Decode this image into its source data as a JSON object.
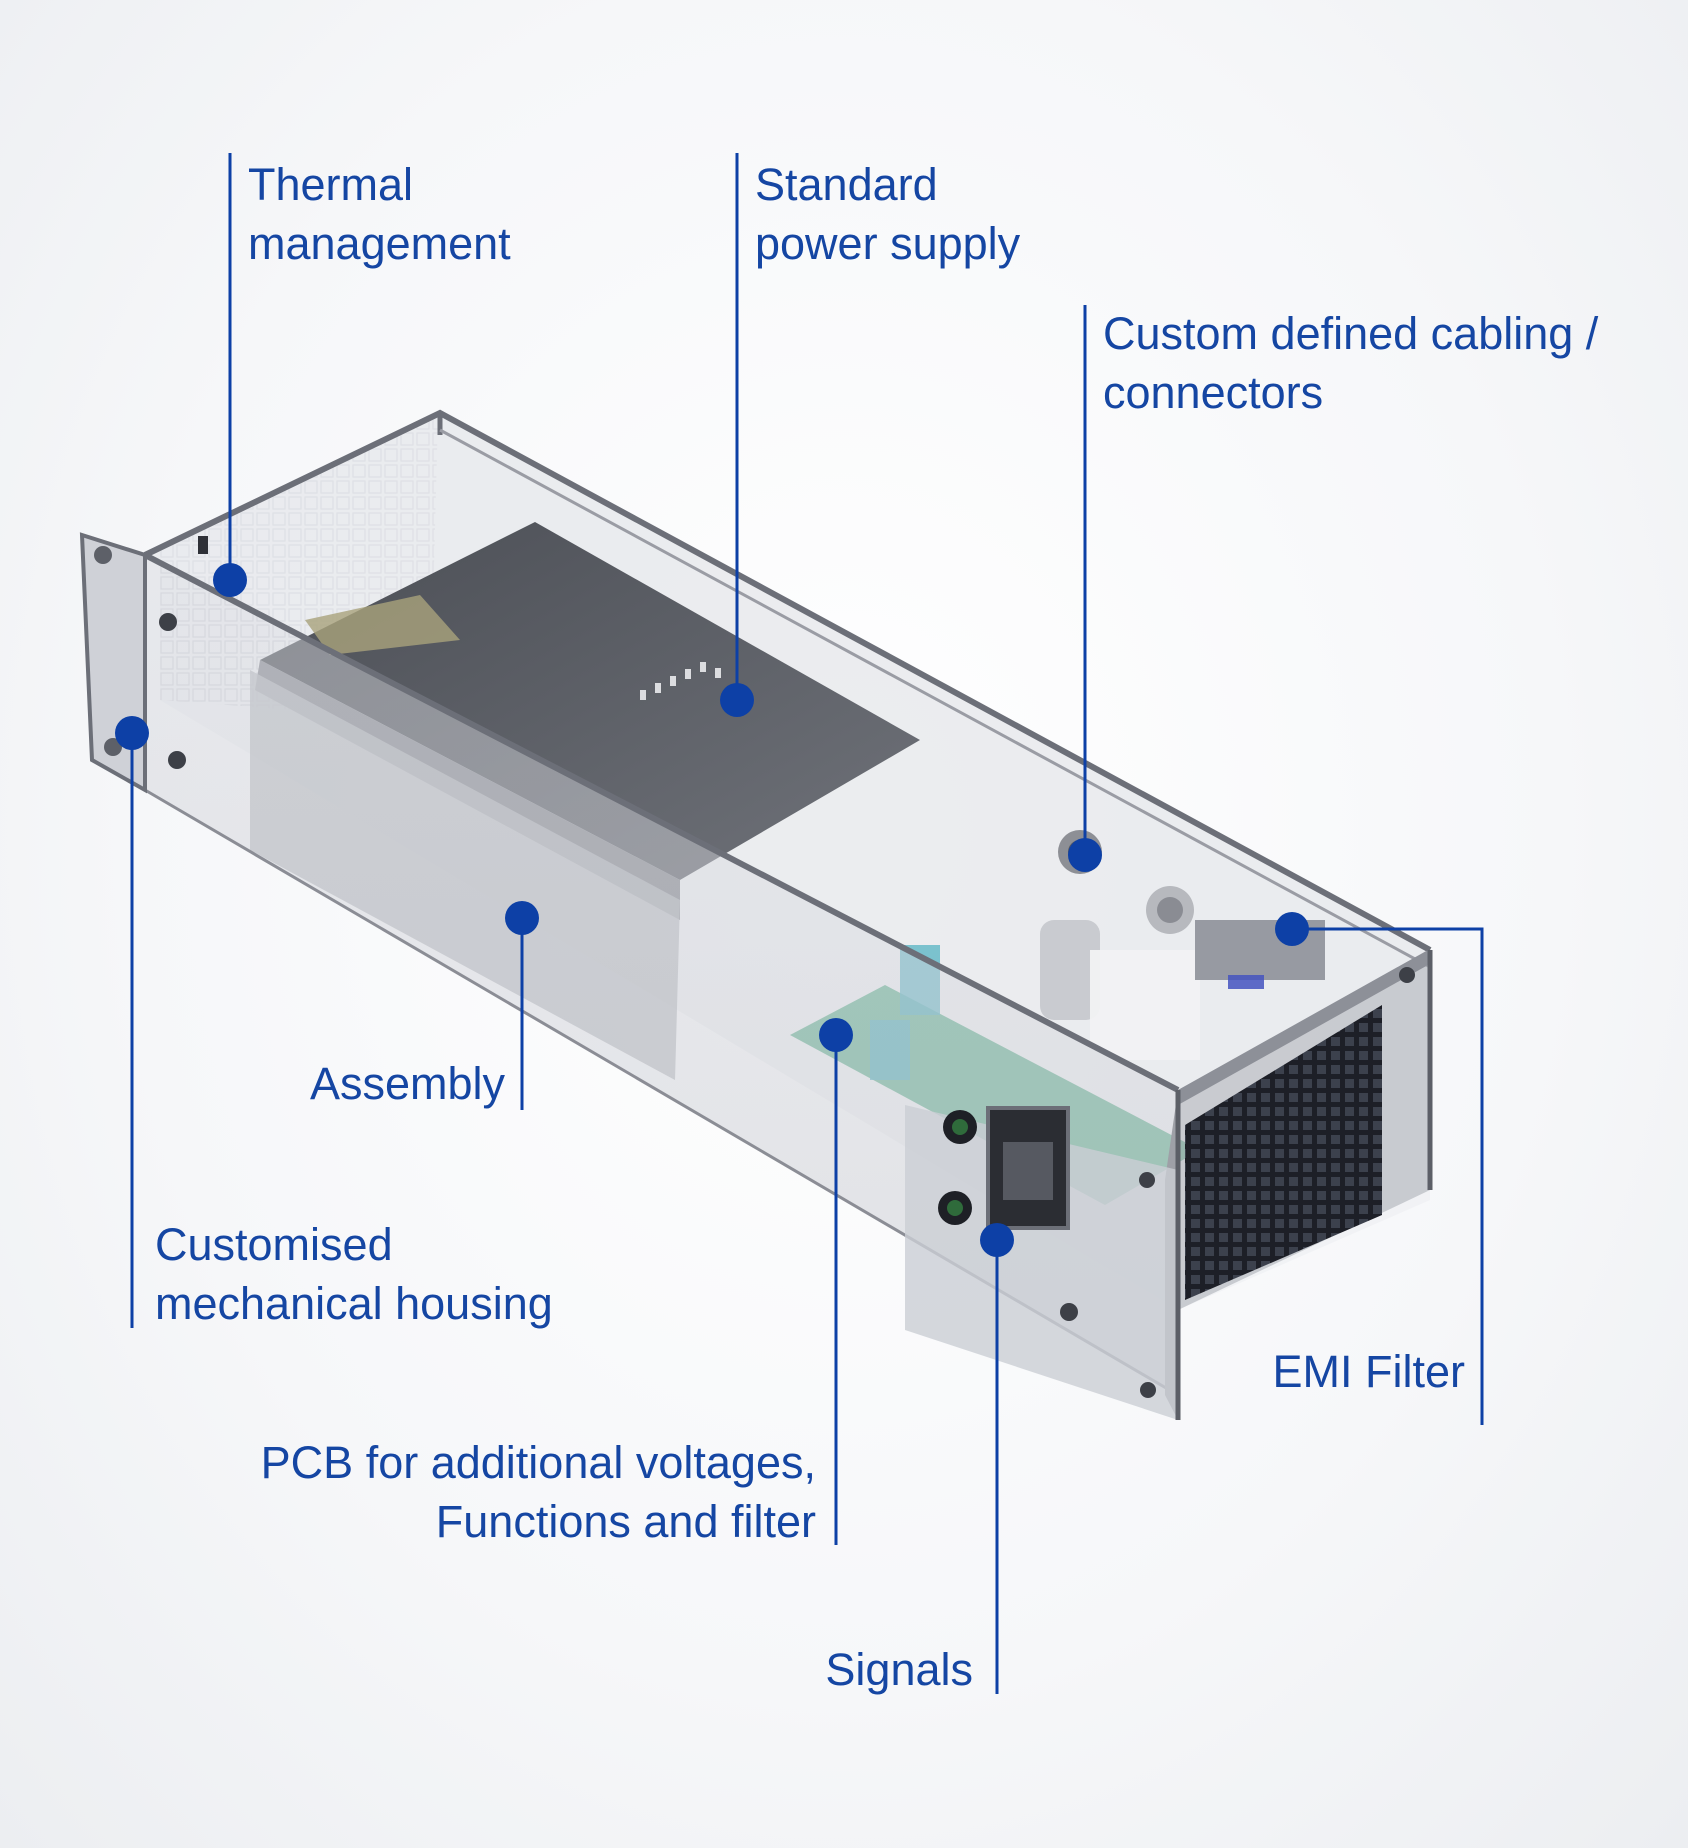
{
  "accent_color": "#0d40a6",
  "callouts": {
    "thermal": {
      "line1": "Thermal",
      "line2": "management"
    },
    "power": {
      "line1": "Standard",
      "line2": "power supply"
    },
    "cabling": {
      "line1": "Custom defined cabling /",
      "line2": "connectors"
    },
    "assembly": {
      "line1": "Assembly"
    },
    "housing": {
      "line1": "Customised",
      "line2": "mechanical housing"
    },
    "emi": {
      "line1": "EMI Filter"
    },
    "pcb": {
      "line1": "PCB for additional voltages,",
      "line2": "Functions and filter"
    },
    "signals": {
      "line1": "Signals"
    }
  },
  "illustration": {
    "icon": "rack-power-supply-enclosure-icon"
  }
}
